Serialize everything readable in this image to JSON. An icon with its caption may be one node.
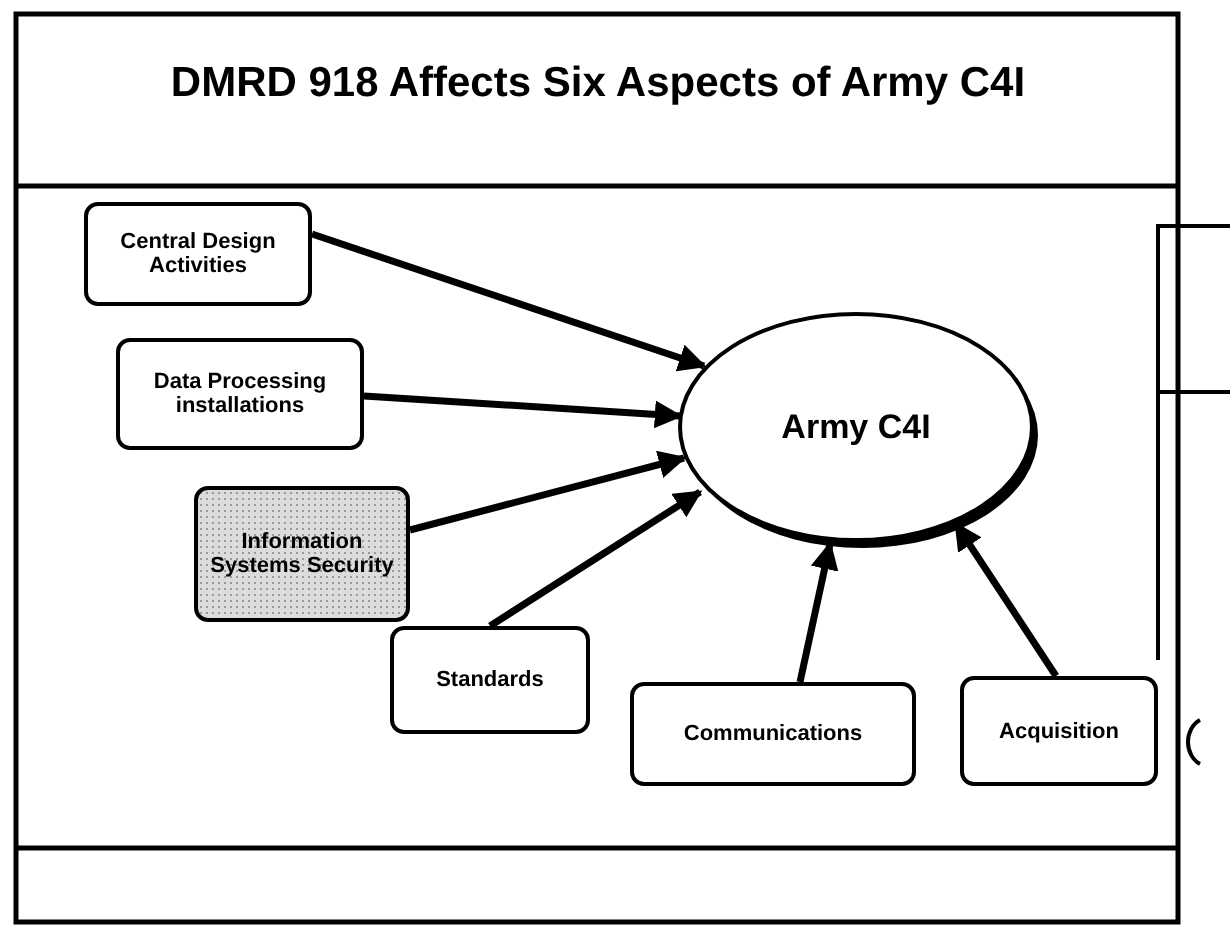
{
  "diagram": {
    "title": "DMRD 918 Affects Six Aspects of Army C4I",
    "nodes": [
      {
        "text": [
          "Central Design Activities"
        ]
      },
      {
        "text": [
          "Data Processing installations"
        ]
      },
      {
        "text": [
          "Information Systems Security"
        ]
      },
      {
        "text": [
          "Standards"
        ]
      },
      {
        "text": [
          "Army C4I"
        ]
      },
      {
        "text": [
          "Communications"
        ]
      },
      {
        "text": [
          "Acquisition"
        ]
      }
    ],
    "edges": [
      {
        "from": 0,
        "to": 4,
        "arrow": "to"
      },
      {
        "from": 1,
        "to": 4,
        "arrow": "to"
      },
      {
        "from": 2,
        "to": 4,
        "arrow": "to"
      },
      {
        "from": 3,
        "to": 4,
        "arrow": "to"
      },
      {
        "from": 5,
        "to": 4,
        "arrow": "to"
      },
      {
        "from": 6,
        "to": 4,
        "arrow": "to"
      }
    ]
  }
}
